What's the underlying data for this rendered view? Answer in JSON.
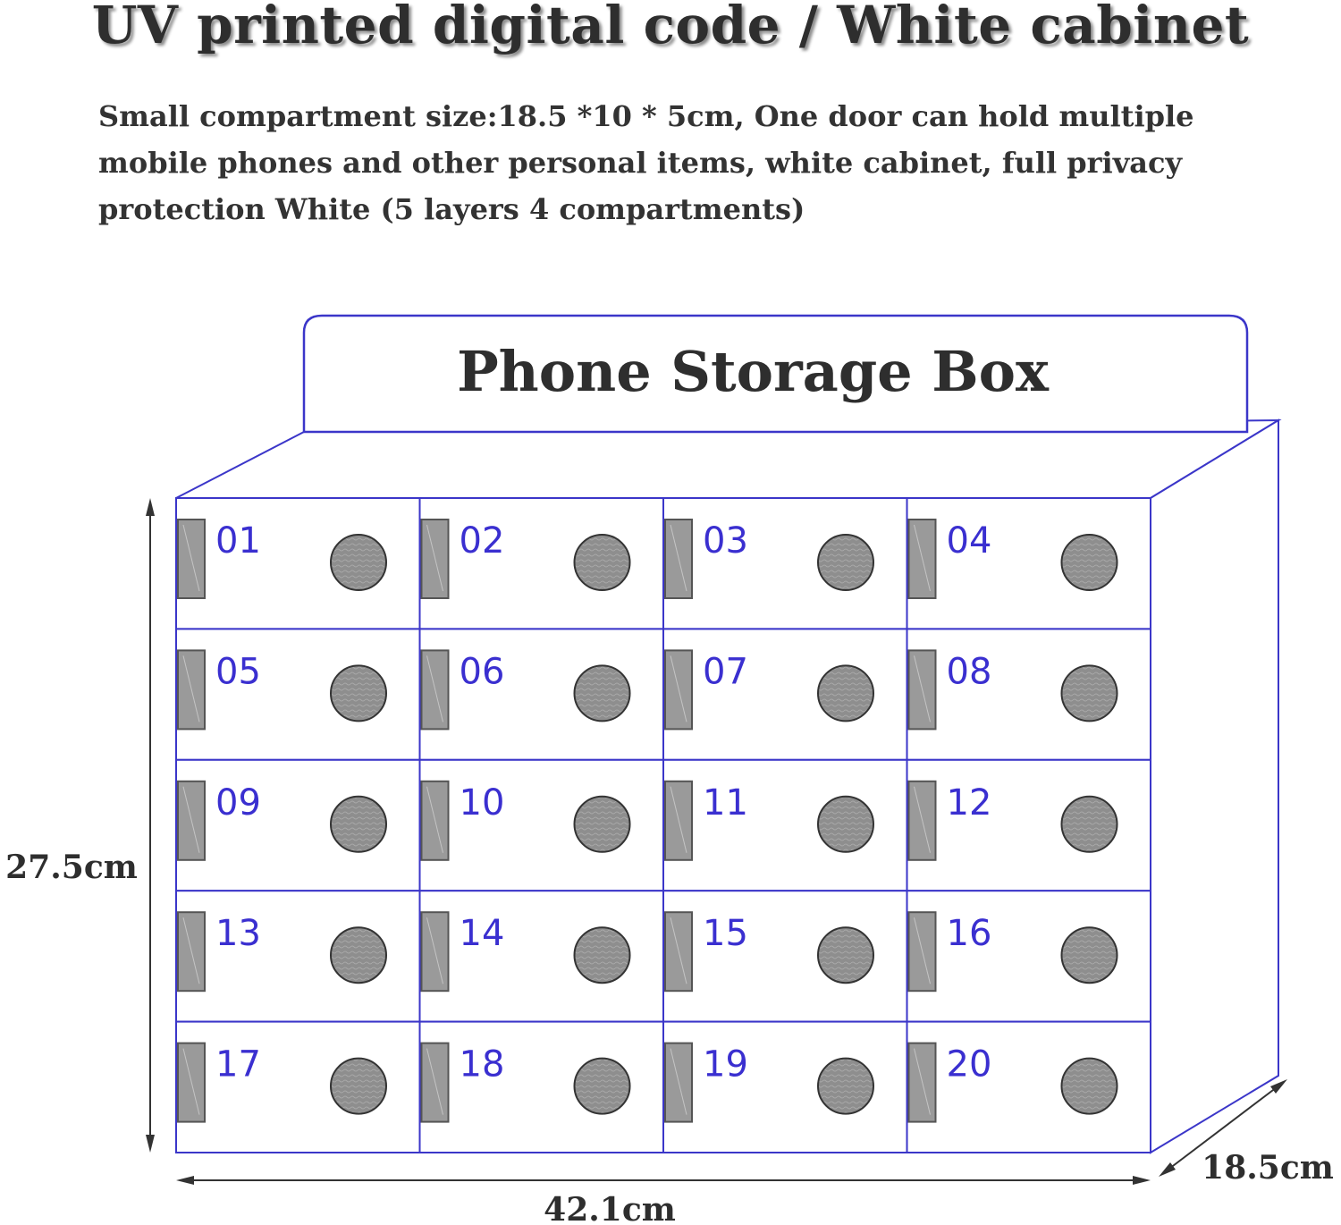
{
  "title": "UV printed digital code / White cabinet",
  "description": {
    "lines": [
      "Small compartment size:18.5 *10 * 5cm, One door can hold multiple",
      "mobile phones and other personal items, white cabinet, full privacy",
      "protection White (5 layers 4 compartments)"
    ]
  },
  "sign": {
    "label": "Phone Storage Box"
  },
  "cabinet": {
    "rows": 5,
    "columns": 4,
    "compartments": [
      "01",
      "02",
      "03",
      "04",
      "05",
      "06",
      "07",
      "08",
      "09",
      "10",
      "11",
      "12",
      "13",
      "14",
      "15",
      "16",
      "17",
      "18",
      "19",
      "20"
    ]
  },
  "dimensions": {
    "height": "27.5cm",
    "width": "42.1cm",
    "depth": "18.5cm"
  },
  "colors": {
    "outline": "#3b36c9",
    "number": "#3a2fd0",
    "door_gray": "#9a9a9a",
    "text": "#2e2e2e"
  }
}
